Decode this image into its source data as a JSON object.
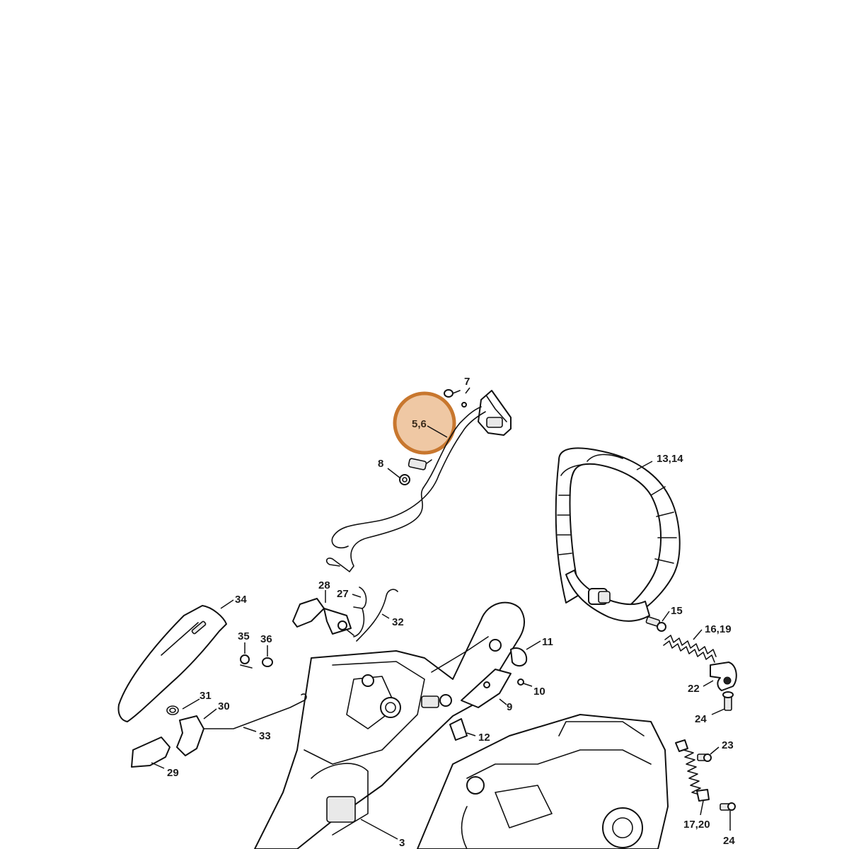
{
  "diagram": {
    "highlight": {
      "label": "5,6",
      "fill": "#efc8a4",
      "stroke": "#c8772e"
    },
    "callouts": [
      {
        "id": "7",
        "label": "7"
      },
      {
        "id": "5-6",
        "label": "5,6"
      },
      {
        "id": "8",
        "label": "8"
      },
      {
        "id": "13-14",
        "label": "13,14"
      },
      {
        "id": "28",
        "label": "28"
      },
      {
        "id": "27",
        "label": "27"
      },
      {
        "id": "34",
        "label": "34"
      },
      {
        "id": "32",
        "label": "32"
      },
      {
        "id": "15",
        "label": "15"
      },
      {
        "id": "16-19",
        "label": "16,19"
      },
      {
        "id": "35",
        "label": "35"
      },
      {
        "id": "36",
        "label": "36"
      },
      {
        "id": "11",
        "label": "11"
      },
      {
        "id": "10",
        "label": "10"
      },
      {
        "id": "22",
        "label": "22"
      },
      {
        "id": "9",
        "label": "9"
      },
      {
        "id": "31",
        "label": "31"
      },
      {
        "id": "30",
        "label": "30"
      },
      {
        "id": "24a",
        "label": "24"
      },
      {
        "id": "33",
        "label": "33"
      },
      {
        "id": "12",
        "label": "12"
      },
      {
        "id": "23",
        "label": "23"
      },
      {
        "id": "29",
        "label": "29"
      },
      {
        "id": "17-20",
        "label": "17,20"
      },
      {
        "id": "24b",
        "label": "24"
      },
      {
        "id": "3",
        "label": "3"
      }
    ]
  }
}
